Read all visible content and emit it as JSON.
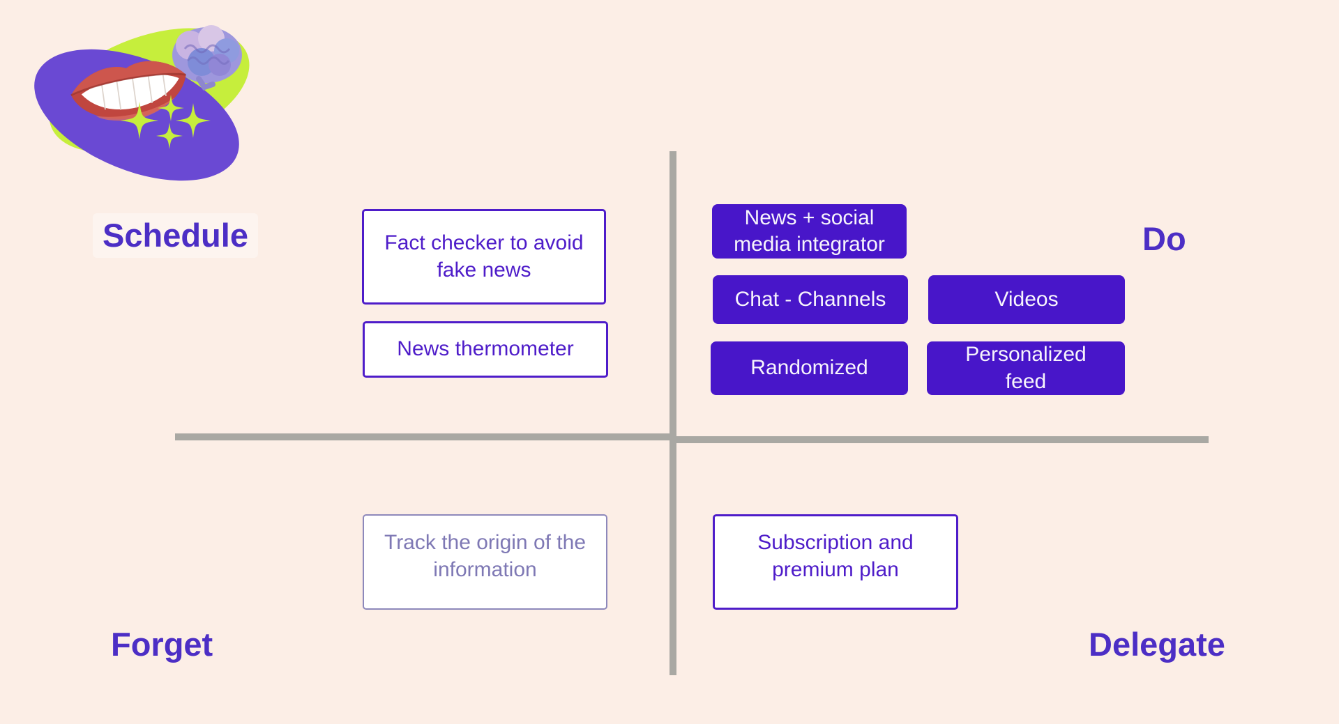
{
  "board": {
    "type": "prioritization-matrix",
    "background_color": "#fceee6",
    "axis_color": "#a9a8a3"
  },
  "colors": {
    "card_fill_purple": "#4816c9",
    "card_outline_purple": "#4e1cc9",
    "label_purple": "#4c2ec5",
    "muted_purple_text": "#7e78b4",
    "muted_purple_border": "#8d88bb",
    "logo_green": "#c6ee3c",
    "logo_purple": "#6a49d3"
  },
  "logo": {
    "icons": [
      "purple-blob",
      "green-blob",
      "lips-image",
      "brain-image",
      "sparkles-icon"
    ]
  },
  "quadrants": [
    {
      "id": "schedule",
      "label": "Schedule"
    },
    {
      "id": "do",
      "label": "Do"
    },
    {
      "id": "forget",
      "label": "Forget"
    },
    {
      "id": "delegate",
      "label": "Delegate"
    }
  ],
  "cards": [
    {
      "id": "fact-checker",
      "quadrant": "schedule",
      "style": "outlined",
      "label": "Fact checker to avoid\nfake news"
    },
    {
      "id": "news-thermometer",
      "quadrant": "schedule",
      "style": "outlined",
      "label": "News thermometer"
    },
    {
      "id": "news-social-integrator",
      "quadrant": "do",
      "style": "filled",
      "label": "News + social\nmedia integrator"
    },
    {
      "id": "chat-channels",
      "quadrant": "do",
      "style": "filled",
      "label": "Chat - Channels"
    },
    {
      "id": "videos",
      "quadrant": "do",
      "style": "filled",
      "label": "Videos"
    },
    {
      "id": "randomized",
      "quadrant": "do",
      "style": "filled",
      "label": "Randomized"
    },
    {
      "id": "personalized-feed",
      "quadrant": "do",
      "style": "filled",
      "label": "Personalized\nfeed"
    },
    {
      "id": "track-origin",
      "quadrant": "forget",
      "style": "muted",
      "label": "Track the origin of the\ninformation"
    },
    {
      "id": "subscription-premium",
      "quadrant": "delegate",
      "style": "outlined",
      "label": "Subscription and\npremium plan"
    }
  ]
}
